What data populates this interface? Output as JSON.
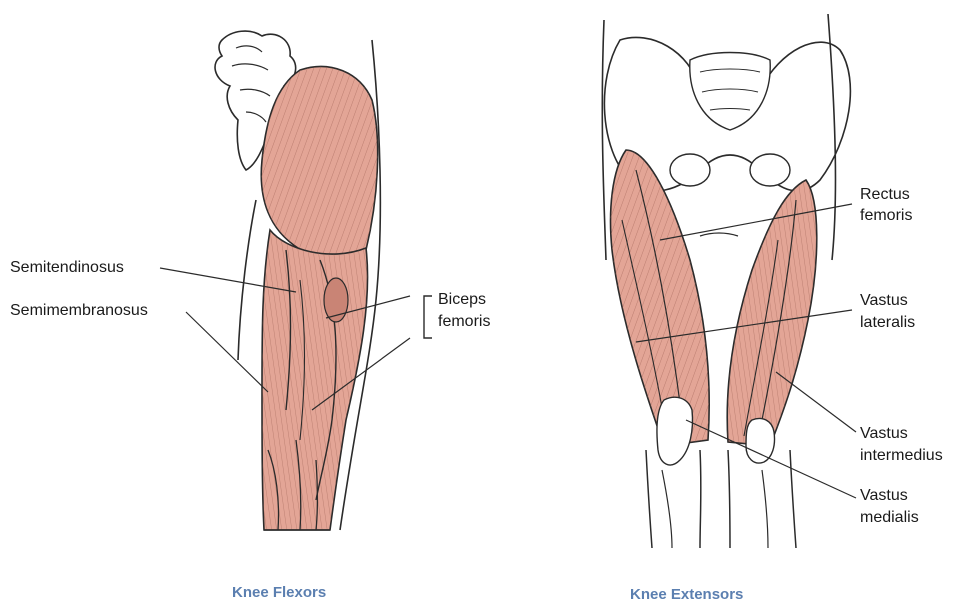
{
  "colors": {
    "muscle": "#e3a596",
    "muscle_dark": "#c98475",
    "outline": "#2b2b2b",
    "bone": "#ffffff",
    "caption": "#5b7fb0",
    "background": "#ffffff"
  },
  "panels": {
    "flexors": {
      "caption": "Knee Flexors",
      "labels": {
        "semitendinosus": "Semitendinosus",
        "semimembranosus": "Semimembranosus",
        "biceps_line1": "Biceps",
        "biceps_line2": "femoris"
      }
    },
    "extensors": {
      "caption": "Knee Extensors",
      "labels": {
        "rectus_line1": "Rectus",
        "rectus_line2": "femoris",
        "lateralis_line1": "Vastus",
        "lateralis_line2": "lateralis",
        "intermedius_line1": "Vastus",
        "intermedius_line2": "intermedius",
        "medialis_line1": "Vastus",
        "medialis_line2": "medialis"
      }
    }
  }
}
